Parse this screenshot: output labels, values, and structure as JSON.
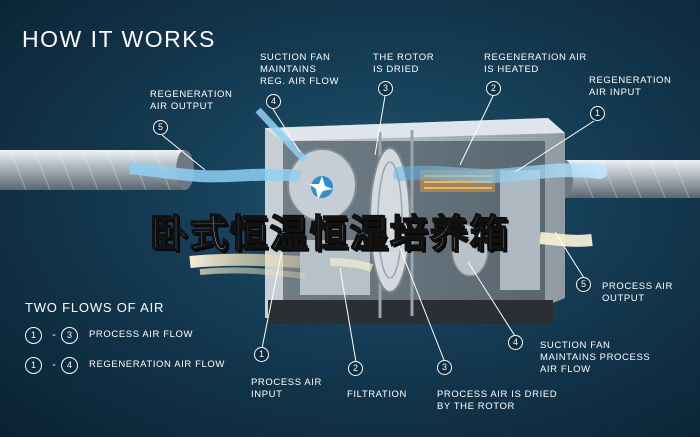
{
  "heading": "HOW IT WORKS",
  "top_labels": [
    {
      "number": "4",
      "text": "SUCTION FAN\nMAINTAINS\nREG. AIR FLOW"
    },
    {
      "number": "3",
      "text": "THE ROTOR\nIS DRIED"
    },
    {
      "number": "2",
      "text": "REGENERATION AIR\nIS HEATED"
    },
    {
      "number": "1",
      "text": "REGENERATION\nAIR INPUT"
    },
    {
      "number": "5",
      "text": "REGENERATION\nAIR OUTPUT"
    }
  ],
  "bottom_labels": [
    {
      "number": "1",
      "text": "PROCESS AIR\nINPUT"
    },
    {
      "number": "2",
      "text": "FILTRATION"
    },
    {
      "number": "3",
      "text": "PROCESS AIR IS DRIED\nBY THE ROTOR"
    },
    {
      "number": "4",
      "text": "SUCTION FAN\nMAINTAINS PROCESS\nAIR FLOW"
    },
    {
      "number": "5",
      "text": "PROCESS AIR\nOUTPUT"
    }
  ],
  "legend": {
    "title": "TWO FLOWS OF AIR",
    "rows": [
      {
        "from": "1",
        "to": "3",
        "label": "PROCESS AIR FLOW"
      },
      {
        "from": "1",
        "to": "4",
        "label": "REGENERATION AIR FLOW"
      }
    ],
    "dash": "-"
  },
  "watermark": "卧式恒温恒湿培养箱",
  "colors": {
    "background": "#143a52",
    "process_air": "#f3ecd0",
    "regeneration_air": "#7cc8ec",
    "heater": "#f0a040",
    "callout": "#ffffff"
  },
  "icons": [
    "suction-fan-icon",
    "rotor-icon",
    "heater-icon",
    "duct-icon"
  ]
}
